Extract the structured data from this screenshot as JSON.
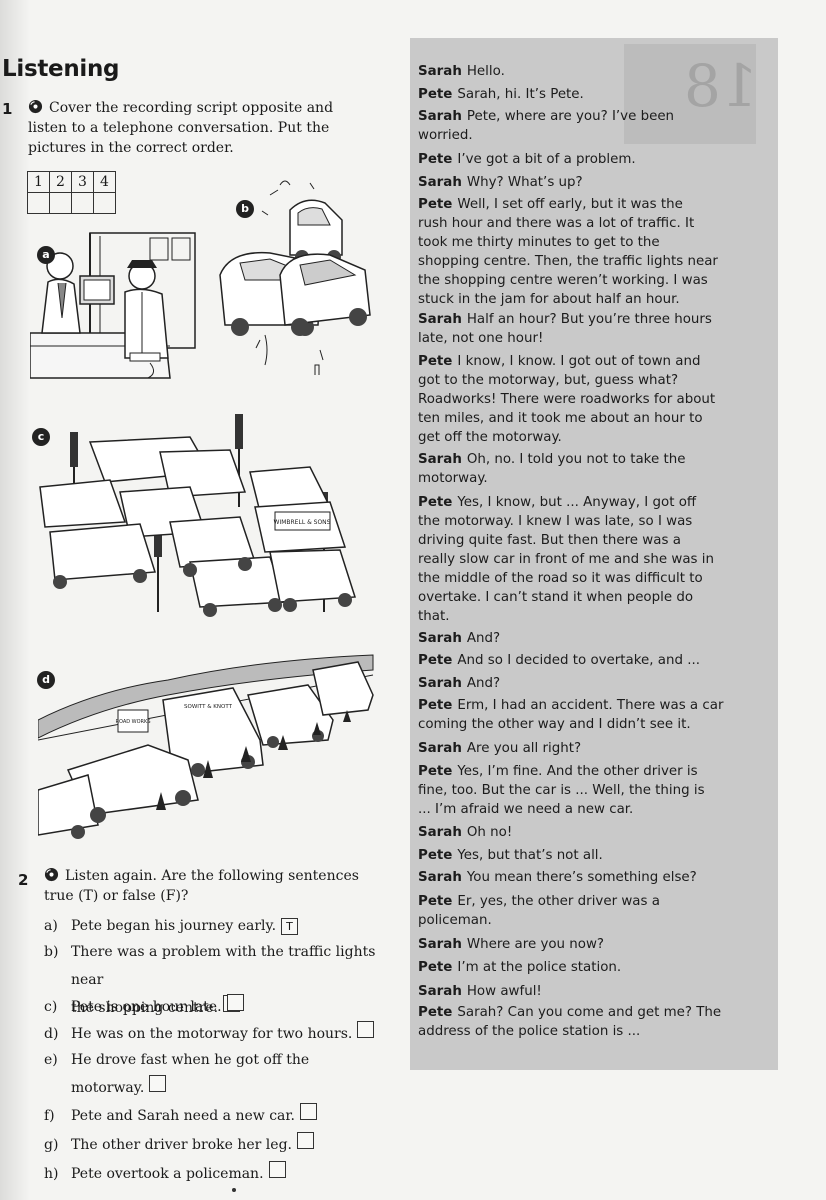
{
  "section_title": "Listening",
  "task1": {
    "number": "1",
    "instruction": "Cover the recording script opposite and listen to a telephone conversation. Put the pictures in the correct order.",
    "order_headers": [
      "1",
      "2",
      "3",
      "4"
    ],
    "picture_labels": [
      "a",
      "b",
      "c",
      "d"
    ],
    "sign_text": "WIMBRELL & SONS",
    "van_text": "SOWITT & KNOTT",
    "roadworks_sign": "ROAD WORKS"
  },
  "task2": {
    "number": "2",
    "instruction": "Listen again. Are the following sentences true (T) or false (F)?",
    "items": [
      {
        "letter": "a)",
        "lines": [
          "Pete began his journey early."
        ],
        "answer": "T"
      },
      {
        "letter": "b)",
        "lines": [
          "There was a problem with the traffic lights near",
          "the shopping centre."
        ],
        "answer": ""
      },
      {
        "letter": "c)",
        "lines": [
          "Pete is one hour late."
        ],
        "answer": ""
      },
      {
        "letter": "d)",
        "lines": [
          "He was on the motorway for two hours."
        ],
        "answer": ""
      },
      {
        "letter": "e)",
        "lines": [
          "He drove fast when he got off the",
          "motorway."
        ],
        "answer": ""
      },
      {
        "letter": "f)",
        "lines": [
          "Pete and Sarah need a new car."
        ],
        "answer": ""
      },
      {
        "letter": "g)",
        "lines": [
          "The other driver broke her leg."
        ],
        "answer": ""
      },
      {
        "letter": "h)",
        "lines": [
          "Pete overtook a policeman."
        ],
        "answer": ""
      }
    ]
  },
  "unit_number": "18",
  "script": [
    {
      "speaker": "Sarah",
      "lines": [
        "Hello."
      ]
    },
    {
      "speaker": "Pete",
      "lines": [
        "Sarah, hi. It’s Pete."
      ]
    },
    {
      "speaker": "Sarah",
      "lines": [
        "Pete, where are you? I’ve been",
        "worried."
      ]
    },
    {
      "speaker": "Pete",
      "lines": [
        "I’ve got a bit of a problem."
      ]
    },
    {
      "speaker": "Sarah",
      "lines": [
        "Why? What’s up?"
      ]
    },
    {
      "speaker": "Pete",
      "lines": [
        "Well, I set off early, but it was the",
        "rush hour and there was a lot of traffic. It",
        "took me thirty minutes to get to the",
        "shopping centre. Then, the traffic lights near",
        "the shopping centre weren’t working. I was",
        "stuck in the jam for about half an hour."
      ]
    },
    {
      "speaker": "Sarah",
      "lines": [
        "Half an hour? But you’re three hours",
        "late, not one hour!"
      ]
    },
    {
      "speaker": "Pete",
      "lines": [
        "I know, I know. I got out of town and",
        "got to the motorway, but, guess what?",
        "Roadworks! There were roadworks for about",
        "ten miles, and it took me about an hour to",
        "get off the motorway."
      ]
    },
    {
      "speaker": "Sarah",
      "lines": [
        "Oh, no. I told you not to take the",
        "motorway."
      ]
    },
    {
      "speaker": "Pete",
      "lines": [
        "Yes, I know, but ... Anyway, I got off",
        "the motorway. I knew I was late, so I was",
        "driving quite fast. But then there was a",
        "really slow car in front of me and she was in",
        "the middle of the road so it was difficult to",
        "overtake. I can’t stand it when people do",
        "that."
      ]
    },
    {
      "speaker": "Sarah",
      "lines": [
        "And?"
      ]
    },
    {
      "speaker": "Pete",
      "lines": [
        "And so I decided to overtake, and ..."
      ]
    },
    {
      "speaker": "Sarah",
      "lines": [
        "And?"
      ]
    },
    {
      "speaker": "Pete",
      "lines": [
        "Erm, I had an accident. There was a car",
        "coming the other way and I didn’t see it."
      ]
    },
    {
      "speaker": "Sarah",
      "lines": [
        "Are you all right?"
      ]
    },
    {
      "speaker": "Pete",
      "lines": [
        "Yes, I’m fine. And the other driver is",
        "fine, too. But the car is ... Well, the thing is",
        "... I’m afraid we need a new car."
      ]
    },
    {
      "speaker": "Sarah",
      "lines": [
        "Oh no!"
      ]
    },
    {
      "speaker": "Pete",
      "lines": [
        "Yes, but that’s not all."
      ]
    },
    {
      "speaker": "Sarah",
      "lines": [
        "You mean there’s something else?"
      ]
    },
    {
      "speaker": "Pete",
      "lines": [
        "Er, yes, the other driver was a",
        "policeman."
      ]
    },
    {
      "speaker": "Sarah",
      "lines": [
        "Where are you now?"
      ]
    },
    {
      "speaker": "Pete",
      "lines": [
        "I’m at the police station."
      ]
    },
    {
      "speaker": "Sarah",
      "lines": [
        "How awful!"
      ]
    },
    {
      "speaker": "Pete",
      "lines": [
        "Sarah? Can you come and get me? The",
        "address of the police station is ..."
      ]
    }
  ]
}
